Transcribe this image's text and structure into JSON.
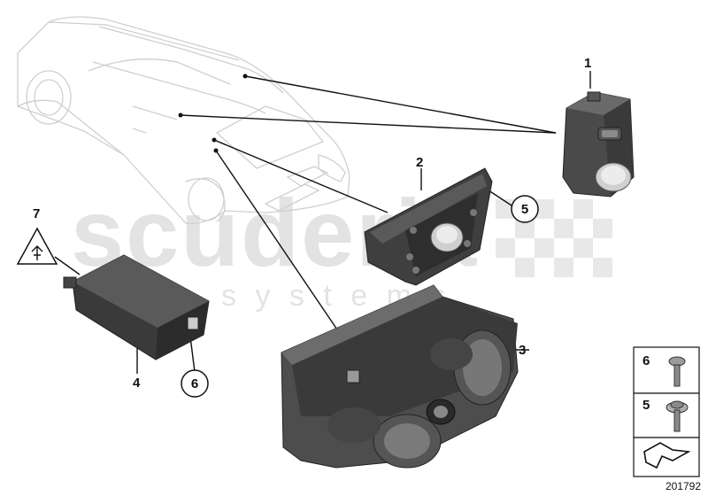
{
  "watermark": {
    "main": "scuderia",
    "sub": "s y s t e m s"
  },
  "callouts": {
    "c1": "1",
    "c2": "2",
    "c3": "3",
    "c4": "4",
    "c5_circle": "5",
    "c6_circle": "6",
    "c7": "7"
  },
  "legend": {
    "item6": "6",
    "item5": "5"
  },
  "diagram_id": "201792"
}
